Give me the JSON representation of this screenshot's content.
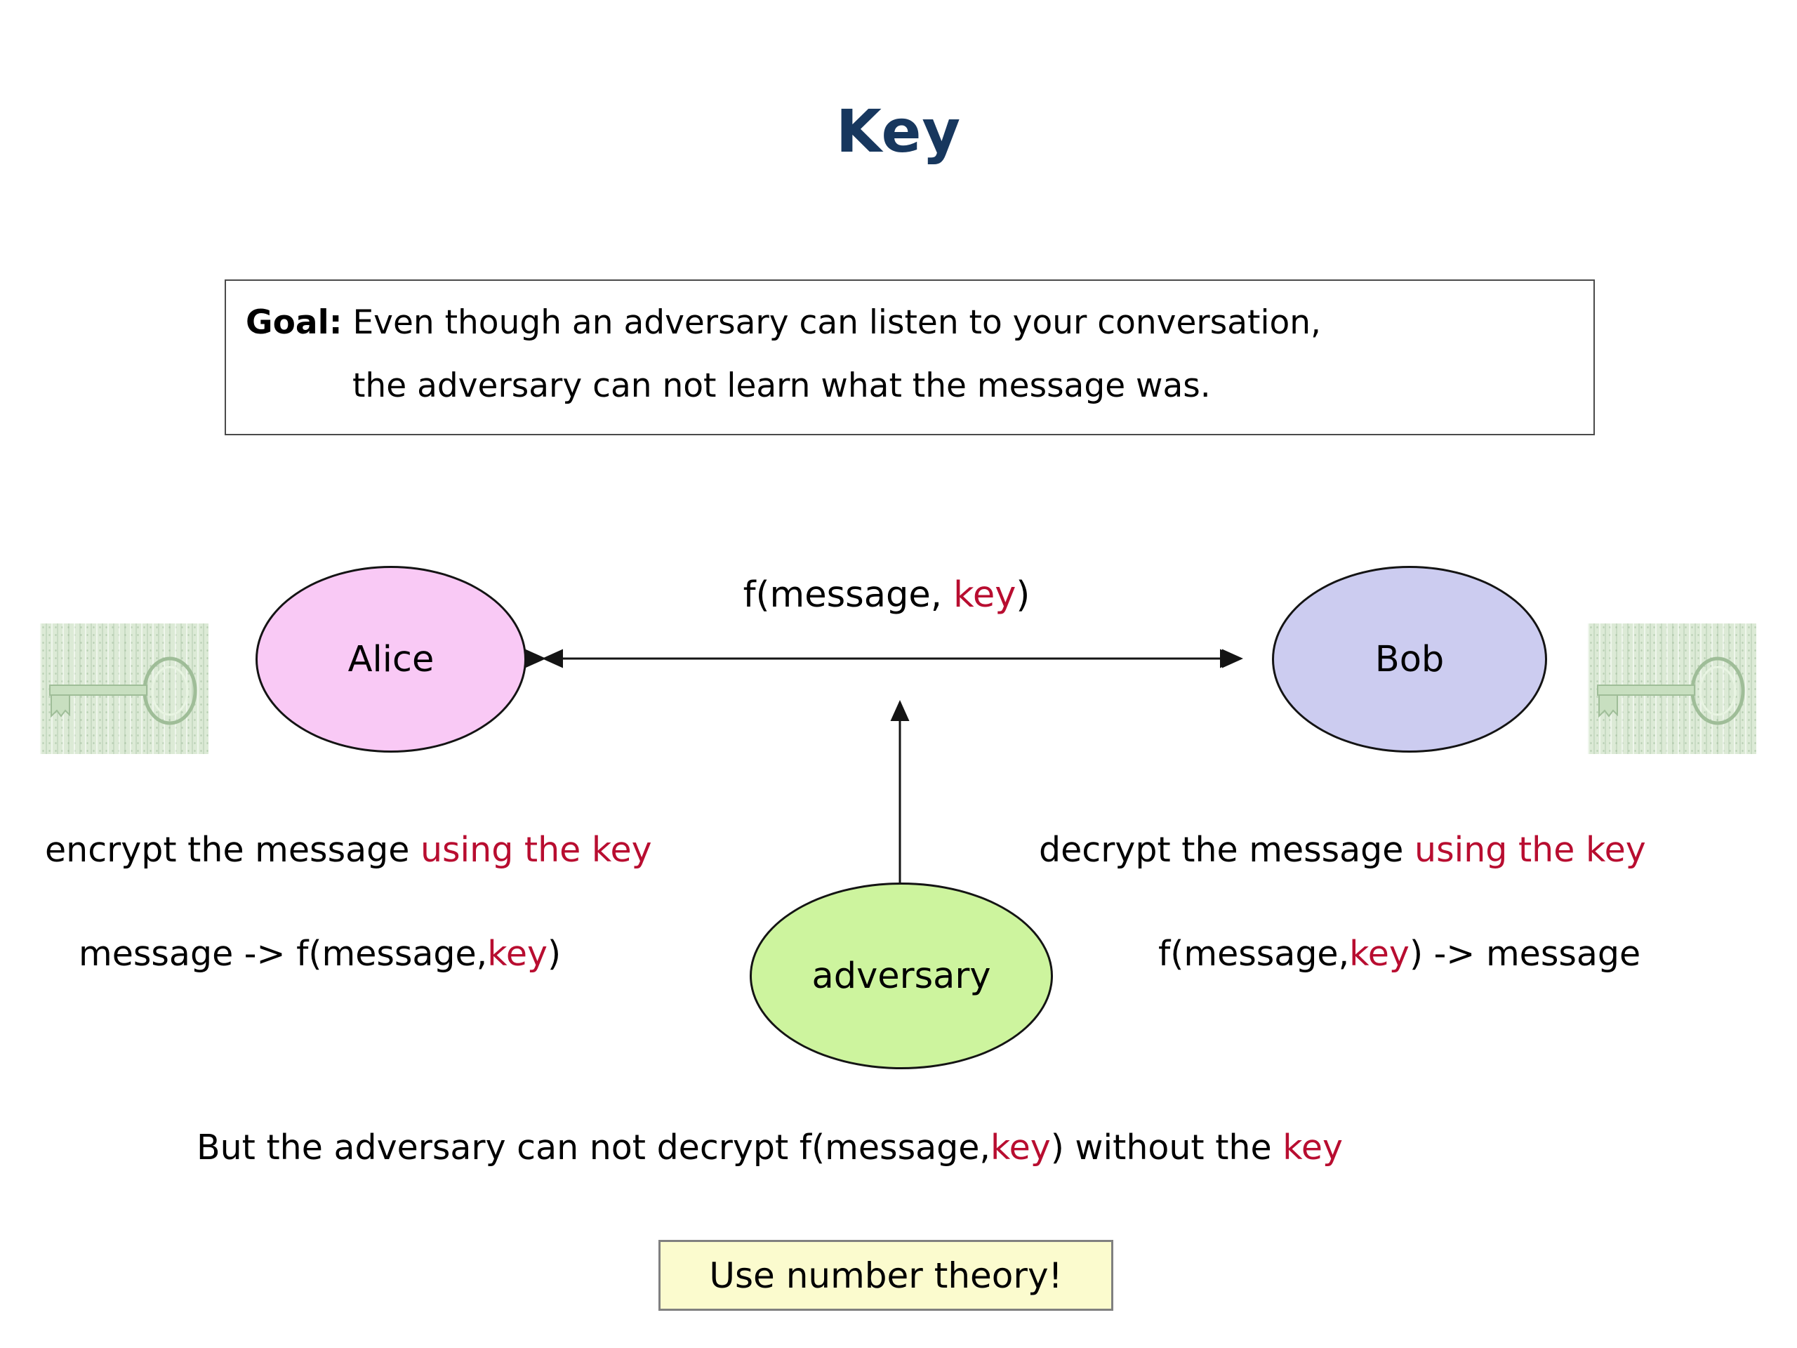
{
  "title": "Key",
  "colors": {
    "title_blue": "#17375E",
    "accent_red": "#B80D30",
    "alice_fill": "#F9C9F5",
    "bob_fill": "#CCCCF0",
    "adversary_fill": "#CDF49E",
    "note_fill": "#FBFBCE",
    "key_bg": "#DCEAD6"
  },
  "goal": {
    "label": "Goal:",
    "line1": " Even though an adversary can listen to your conversation,",
    "line2": "the adversary can not learn what the message was."
  },
  "nodes": {
    "alice": "Alice",
    "bob": "Bob",
    "adversary": "adversary"
  },
  "icons": {
    "left_key": "key-image",
    "right_key": "key-image"
  },
  "arrow_label": [
    {
      "t": "f(message, ",
      "c": "black"
    },
    {
      "t": "key",
      "c": "red"
    },
    {
      "t": ")",
      "c": "black"
    }
  ],
  "encrypt_line": [
    {
      "t": "encrypt the message ",
      "c": "black"
    },
    {
      "t": "using the key",
      "c": "red"
    }
  ],
  "decrypt_line": [
    {
      "t": "decrypt the message ",
      "c": "black"
    },
    {
      "t": "using the key",
      "c": "red"
    }
  ],
  "encrypt_formula": [
    {
      "t": "message -> f(message,",
      "c": "black"
    },
    {
      "t": "key",
      "c": "red"
    },
    {
      "t": ")",
      "c": "black"
    }
  ],
  "decrypt_formula": [
    {
      "t": "f(message,",
      "c": "black"
    },
    {
      "t": "key",
      "c": "red"
    },
    {
      "t": ") -> message",
      "c": "black"
    }
  ],
  "bottom_line": [
    {
      "t": "But the adversary can not decrypt f(message,",
      "c": "black"
    },
    {
      "t": "key",
      "c": "red"
    },
    {
      "t": ") without the ",
      "c": "black"
    },
    {
      "t": "key",
      "c": "red"
    }
  ],
  "note": "Use number theory!"
}
